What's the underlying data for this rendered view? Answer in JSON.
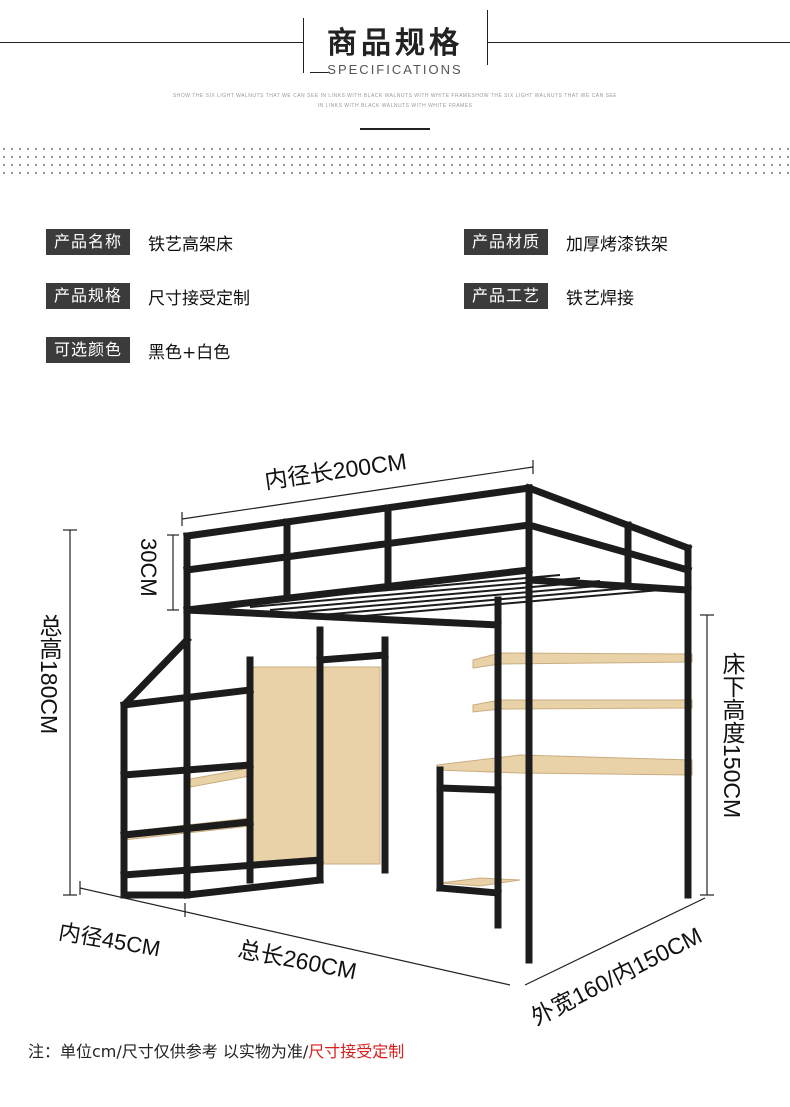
{
  "header": {
    "title": "商品规格",
    "subtitle": "SPECIFICATIONS",
    "fine_line_1": "SHOW THE SIX LIGHT WALNUTS THAT WE CAN SEE IN LINKS WITH BLACK WALNUTS WITH WHITE FRAMESHOW THE SIX LIGHT WALNUTS THAT WE CAN SEE",
    "fine_line_2": "IN LINKS WITH BLACK WALNUTS WITH WHITE FRAMES"
  },
  "specs": [
    {
      "label": "产品名称",
      "value": "铁艺高架床"
    },
    {
      "label": "产品材质",
      "value": "加厚烤漆铁架"
    },
    {
      "label": "产品规格",
      "value": "尺寸接受定制"
    },
    {
      "label": "产品工艺",
      "value": "铁艺焊接"
    },
    {
      "label": "可选颜色",
      "value": "黑色+白色"
    }
  ],
  "dimensions": {
    "inner_length": "内径长200CM",
    "rail_height": "30CM",
    "total_height": "总高180CM",
    "under_bed_height": "床下高度150CM",
    "inner_width_stairs": "内径45CM",
    "total_length": "总长260CM",
    "width": "外宽160/内150CM"
  },
  "note": {
    "prefix": "注：单位cm/尺寸仅供参考 以实物为准/",
    "highlight": "尺寸接受定制"
  },
  "colors": {
    "frame": "#1c1c1c",
    "wood": "#e9d2a8",
    "tag_bg": "#3b3b3b",
    "highlight": "#d81e1e"
  }
}
